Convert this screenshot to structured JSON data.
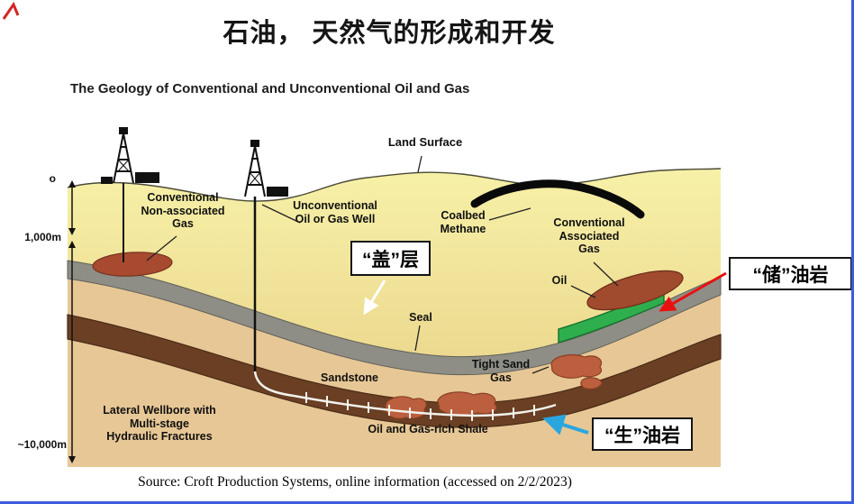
{
  "slide": {
    "title": "石油， 天然气的形成和开发",
    "source_line": "Source: Croft Production Systems, online information (accessed on 2/2/2023)"
  },
  "diagram": {
    "heading": "The Geology of Conventional and Unconventional Oil and Gas",
    "depth_scale": {
      "zero": "o",
      "one_thousand": "1,000m",
      "ten_thousand": "~10,000m"
    },
    "labels": {
      "land_surface": "Land Surface",
      "conventional_non_associated_gas": "Conventional\nNon-associated\nGas",
      "unconventional_well": "Unconventional\nOil or Gas Well",
      "coalbed_methane": "Coalbed\nMethane",
      "conventional_associated_gas": "Conventional\nAssociated\nGas",
      "oil": "Oil",
      "seal": "Seal",
      "sandstone": "Sandstone",
      "tight_sand_gas": "Tight Sand\nGas",
      "lateral_wellbore": "Lateral Wellbore with\nMulti-stage\nHydraulic Fractures",
      "oil_gas_rich_shale": "Oil and Gas-rich Shale"
    },
    "callouts": {
      "cap_layer": "“盖”层",
      "reservoir_rock": "“储”油岩",
      "source_rock": "“生”油岩"
    },
    "colors": {
      "surface_yellow": "#f6efa5",
      "deep_tan": "#e7c795",
      "seal_gray": "#8e8e86",
      "shale_brown": "#6a3f24",
      "gas_green": "#2fae4e",
      "oil_red_brown": "#a04a2e",
      "coal_black": "#0a0a0a",
      "cap_arrow_white": "#ffffff",
      "reservoir_arrow_red": "#e81111",
      "source_arrow_blue": "#2aa6df",
      "slide_border_blue": "#3d5cdd",
      "annotation_red": "#d42424"
    }
  }
}
